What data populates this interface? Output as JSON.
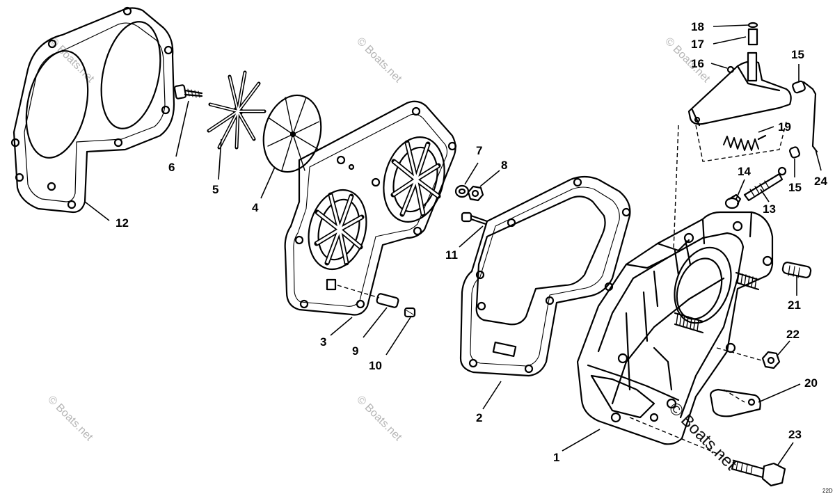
{
  "diagram": {
    "callouts": {
      "c1": "1",
      "c2": "2",
      "c3": "3",
      "c4": "4",
      "c5": "5",
      "c6": "6",
      "c7": "7",
      "c8": "8",
      "c9": "9",
      "c10": "10",
      "c11": "11",
      "c12": "12",
      "c13": "13",
      "c14": "14",
      "c15a": "15",
      "c15b": "15",
      "c16": "16",
      "c17": "17",
      "c18": "18",
      "c19": "19",
      "c20": "20",
      "c21": "21",
      "c22": "22",
      "c23": "23",
      "c24": "24"
    },
    "watermark": "© Boats.net",
    "corner_code": "22D"
  }
}
